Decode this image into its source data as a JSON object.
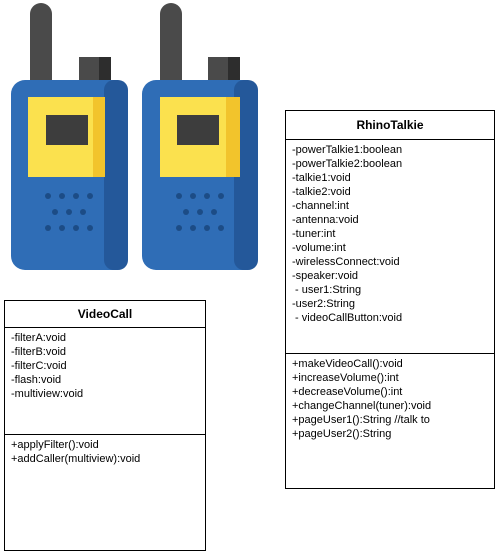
{
  "classes": {
    "videocall": {
      "name": "VideoCall",
      "attributes": [
        "-filterA:void",
        "-filterB:void",
        "-filterC:void",
        "-flash:void",
        "-multiview:void"
      ],
      "methods": [
        "+applyFilter():void",
        "+addCaller(multiview):void"
      ]
    },
    "rhinotalkie": {
      "name": "RhinoTalkie",
      "attributes": [
        "-powerTalkie1:boolean",
        "-powerTalkie2:boolean",
        "-talkie1:void",
        "-talkie2:void",
        "-channel:int",
        "-antenna:void",
        "-tuner:int",
        "-volume:int",
        "-wirelessConnect:void",
        "-speaker:void",
        " - user1:String",
        "-user2:String",
        " - videoCallButton:void"
      ],
      "methods": [
        "+makeVideoCall():void",
        "+increaseVolume():int",
        "+decreaseVolume():int",
        "+changeChannel(tuner):void",
        "+pageUser1():String //talk to",
        "+pageUser2():String"
      ]
    }
  },
  "illustration": {
    "icon": "walkie-talkie-pair-icon",
    "colors": {
      "body": "#2f6db6",
      "body_shadow": "#24589a",
      "antenna": "#4a4a4a",
      "screen_frame": "#fbe14e",
      "screen_frame_shade": "#f2c42c",
      "screen": "#3d3d3d",
      "speaker_holes": "#1c4c86"
    }
  }
}
